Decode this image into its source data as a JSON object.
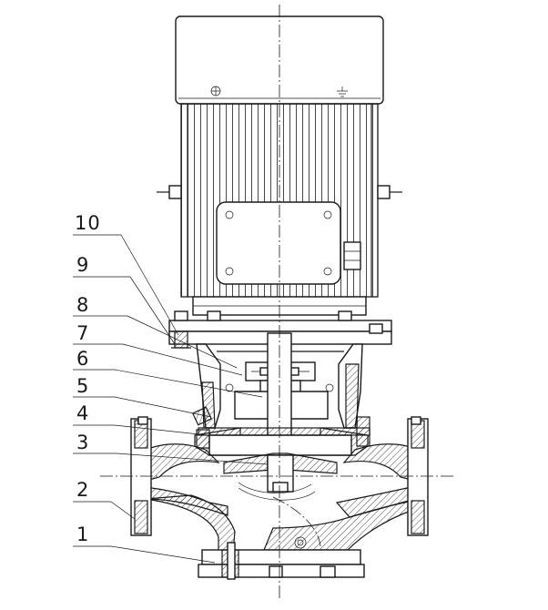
{
  "callouts": [
    {
      "number": "10"
    },
    {
      "number": "9"
    },
    {
      "number": "8"
    },
    {
      "number": "7"
    },
    {
      "number": "6"
    },
    {
      "number": "5"
    },
    {
      "number": "4"
    },
    {
      "number": "3"
    },
    {
      "number": "2"
    },
    {
      "number": "1"
    }
  ]
}
